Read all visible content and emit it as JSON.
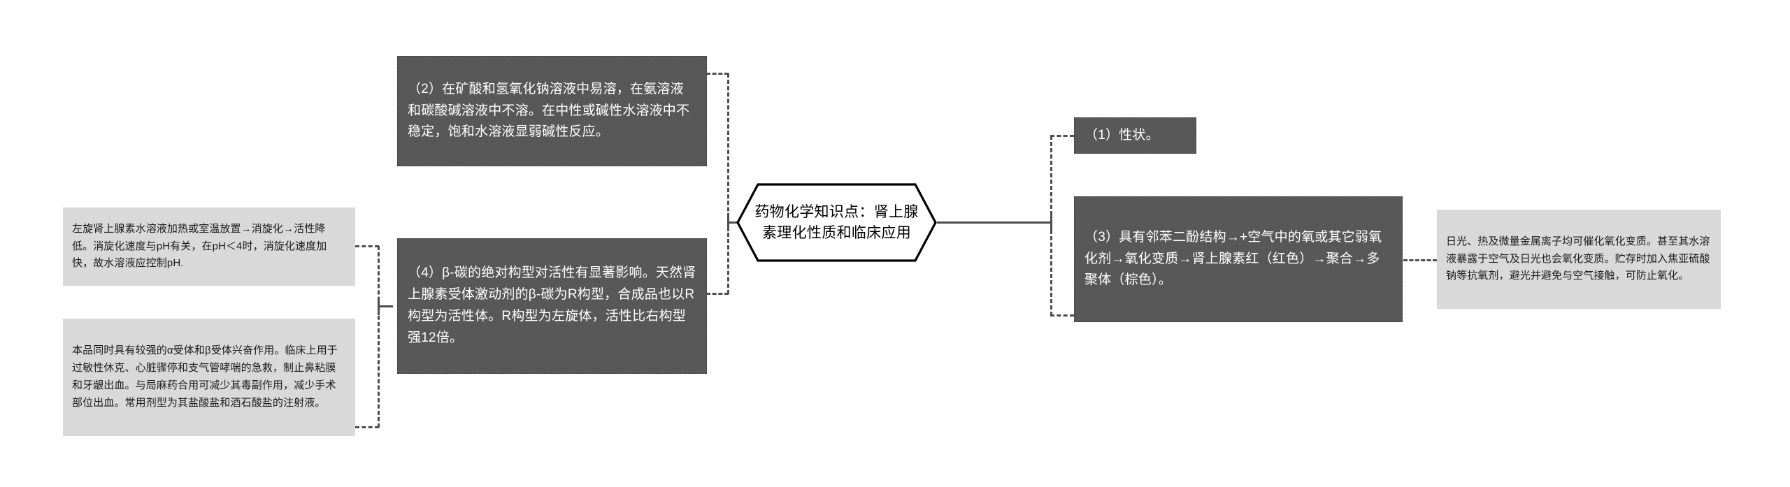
{
  "diagram": {
    "root": {
      "label": "药物化学知识点：肾上腺素理化性质和临床应用",
      "shape": "hexagon",
      "fill": "#ffffff",
      "stroke": "#000000"
    },
    "colors": {
      "dark_node_fill": "#585858",
      "dark_node_text": "#ffffff",
      "light_node_fill": "#d9d9d9",
      "light_node_text": "#1a1a1a",
      "connector": "#4d4d4d",
      "background": "#ffffff"
    },
    "branches": {
      "left": [
        {
          "id": "node-2",
          "style": "dark",
          "text": "（2）在矿酸和氢氧化钠溶液中易溶，在氨溶液和碳酸碱溶液中不溶。在中性或碱性水溶液中不稳定，饱和水溶液显弱碱性反应。"
        },
        {
          "id": "node-4",
          "style": "dark",
          "text": "（4）β-碳的绝对构型对活性有显著影响。天然肾上腺素受体激动剂的β-碳为R构型，合成品也以R构型为活性体。R构型为左旋体，活性比右构型强12倍。"
        }
      ],
      "left_leaves": [
        {
          "id": "leaf-racemization",
          "style": "light",
          "text": "左旋肾上腺素水溶液加热或室温放置→消旋化→活性降低。消旋化速度与pH有关，在pH＜4时，消旋化速度加快，故水溶液应控制pH."
        },
        {
          "id": "leaf-clinical-use",
          "style": "light",
          "text": "本品同时具有较强的α受体和β受体兴奋作用。临床上用于过敏性休克、心脏骤停和支气管哮喘的急救，制止鼻粘膜和牙龈出血。与局麻药合用可减少其毒副作用，减少手术部位出血。常用剂型为其盐酸盐和酒石酸盐的注射液。"
        }
      ],
      "right": [
        {
          "id": "node-1",
          "style": "dark",
          "text": "（1）性状。"
        },
        {
          "id": "node-3",
          "style": "dark",
          "text": "（3）具有邻苯二酚结构→+空气中的氧或其它弱氧化剂→氧化变质→肾上腺素红（红色）→聚合→多聚体（棕色）。"
        }
      ],
      "right_leaves": [
        {
          "id": "leaf-oxidation",
          "style": "light",
          "text": "日光、热及微量金属离子均可催化氧化变质。甚至其水溶液暴露于空气及日光也会氧化变质。贮存时加入焦亚硫酸钠等抗氧剂，避光并避免与空气接触，可防止氧化。"
        }
      ]
    }
  }
}
